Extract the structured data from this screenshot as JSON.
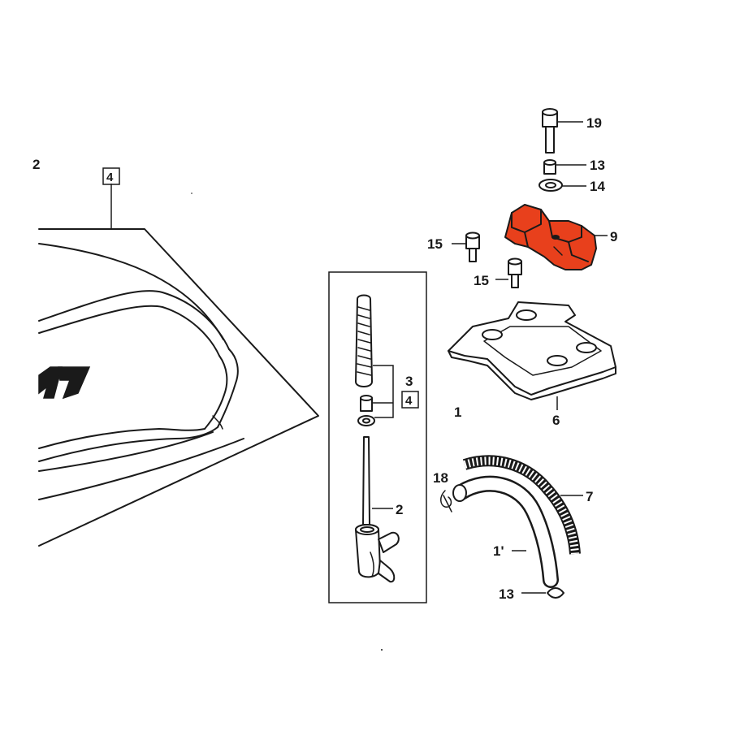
{
  "colors": {
    "ink": "#1a1a1a",
    "highlight": "#e8401c",
    "background": "#ffffff"
  },
  "labels": {
    "top_left": "2",
    "box_tank": "4",
    "p19": "19",
    "p13_top": "13",
    "p14": "14",
    "p9": "9",
    "p15_a": "15",
    "p15_b": "15",
    "p3": "3",
    "box_valve": "4",
    "p1": "1",
    "p6": "6",
    "p2": "2",
    "p18": "18",
    "p7": "7",
    "p1_hose": "1'",
    "p13_bottom": "13"
  }
}
